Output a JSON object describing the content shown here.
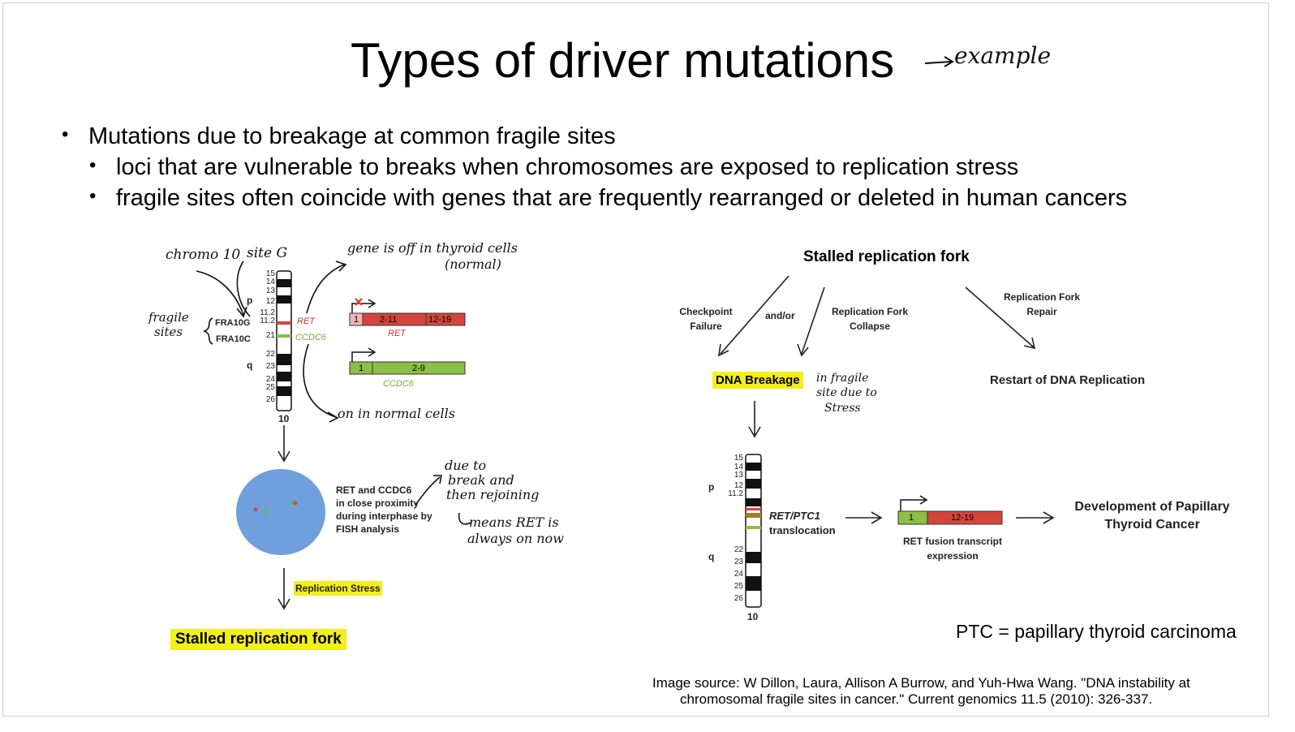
{
  "slide": {
    "title": "Types of driver mutations",
    "title_note": "example",
    "bullets": [
      {
        "level": 1,
        "text": "Mutations due to breakage at common fragile sites"
      },
      {
        "level": 2,
        "text": "loci that are vulnerable to breaks when chromosomes are exposed to replication stress"
      },
      {
        "level": 2,
        "text": "fragile sites often coincide with genes that are frequently rearranged or deleted in human cancers"
      }
    ],
    "ptc_note": "PTC = papillary thyroid carcinoma",
    "source": {
      "line1": "Image source: W Dillon, Laura, Allison A Burrow, and Yuh-Hwa Wang. \"DNA instability at",
      "line2": "chromosomal fragile sites in cancer.\" Current genomics 11.5 (2010): 326-337."
    }
  },
  "left_figure": {
    "handwritten": {
      "chromo": "chromo 10",
      "site": "site G",
      "fragile": "fragile",
      "sites": "sites",
      "gene_off_1": "gene is off in thyroid cells",
      "gene_off_2": "(normal)",
      "on_normal": "on in normal cells",
      "due_1": "due to",
      "due_2": "break and",
      "due_3": "then rejoining",
      "means_1": "means RET is",
      "means_2": "always on now"
    },
    "chrom_labels": {
      "arm_p": "p",
      "arm_q": "q",
      "number": "10",
      "bands": [
        "15",
        "14",
        "13",
        "12",
        "11.2",
        "11.2",
        "21",
        "22",
        "23",
        "24",
        "25",
        "26"
      ]
    },
    "fra10g": "FRA10G",
    "fra10c": "FRA10C",
    "ret": "RET",
    "ccdc6": "CCDC6",
    "ret_exons": [
      "1",
      "2-11",
      "12-19"
    ],
    "ccdc6_exons": [
      "1",
      "2-9"
    ],
    "fish": [
      "RET and CCDC6",
      "in close proximity",
      "during interphase by",
      "FISH analysis"
    ],
    "replication_stress": "Replication Stress",
    "stalled": "Stalled replication fork"
  },
  "right_figure": {
    "stalled": "Stalled replication fork",
    "checkpoint_1": "Checkpoint",
    "checkpoint_2": "Failure",
    "andor": "and/or",
    "collapse_1": "Replication Fork",
    "collapse_2": "Collapse",
    "repair_1": "Replication Fork",
    "repair_2": "Repair",
    "dna_breakage": "DNA Breakage",
    "restart": "Restart of DNA Replication",
    "hw_1": "in fragile",
    "hw_2": "site due to",
    "hw_3": "Stress",
    "chrom_labels": {
      "arm_p": "p",
      "arm_q": "q",
      "number": "10",
      "bands": [
        "15",
        "14",
        "13",
        "12",
        "11.2",
        "22",
        "23",
        "24",
        "25",
        "26"
      ]
    },
    "translocation_1": "RET/PTC1",
    "translocation_2": "translocation",
    "fusion_exons": [
      "1",
      "12-19"
    ],
    "fusion_1": "RET fusion transcript",
    "fusion_2": "expression",
    "development_1": "Development of Papillary",
    "development_2": "Thyroid Cancer"
  },
  "colors": {
    "highlight": "#f3ef1a",
    "ret_red": "#d4453d",
    "ccdc6_green": "#8bbf45",
    "fish_blue": "#6f9fdc"
  }
}
